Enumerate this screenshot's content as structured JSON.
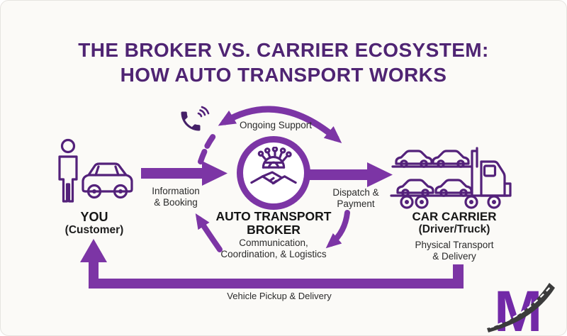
{
  "title": {
    "line1": "THE BROKER VS. CARRIER ECOSYSTEM:",
    "line2": "HOW AUTO TRANSPORT WORKS"
  },
  "customer": {
    "name": "YOU",
    "subtitle": "(Customer)"
  },
  "broker": {
    "name_line1": "AUTO TRANSPORT",
    "name_line2": "BROKER",
    "subtitle_line1": "Communication,",
    "subtitle_line2": "Coordination, & Logistics"
  },
  "carrier": {
    "name": "CAR CARRIER",
    "subtitle": "(Driver/Truck)",
    "note_line1": "Physical Transport",
    "note_line2": "& Delivery"
  },
  "flows": {
    "information_booking_line1": "Information",
    "information_booking_line2": "& Booking",
    "ongoing_support": "Ongoing Support",
    "dispatch_payment_line1": "Dispatch &",
    "dispatch_payment_line2": "Payment",
    "vehicle_pickup_delivery": "Vehicle Pickup & Delivery"
  },
  "logo": {
    "letter": "M"
  },
  "icons": {
    "customer": "person-with-car-icon",
    "broker": "globe-handshake-icon",
    "carrier": "car-carrier-truck-icon",
    "support": "phone-call-icon",
    "logo": "road-swoosh-m-logo"
  },
  "colors": {
    "title": "#4f2473",
    "arrow": "#7c35a5",
    "icon_outline": "#53217a",
    "text": "#2b2b2b",
    "logo_m": "#7229a7",
    "road": "#3b3b3b",
    "background": "#fbfaf7"
  }
}
